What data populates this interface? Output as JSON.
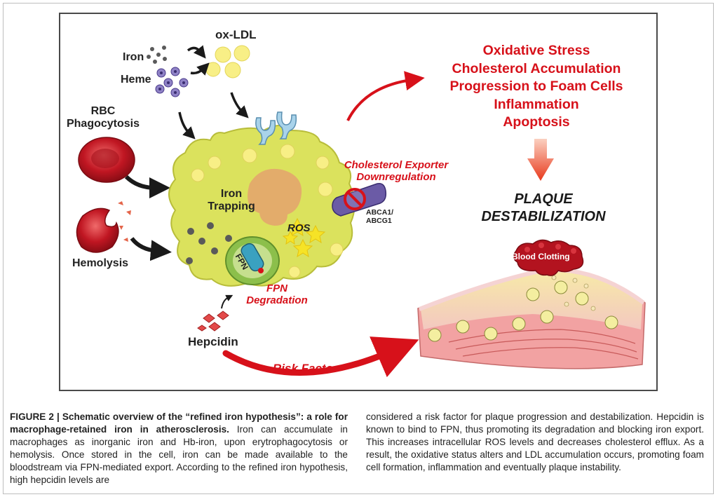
{
  "diagram": {
    "labels": {
      "ox_ldl": "ox-LDL",
      "iron": "Iron",
      "heme": "Heme",
      "rbc_phagocytosis": [
        "RBC",
        "Phagocytosis"
      ],
      "hemolysis": "Hemolysis",
      "iron_trapping": [
        "Iron",
        "Trapping"
      ],
      "ros": "ROS",
      "fpn": "FPN",
      "fpn_degradation": [
        "FPN",
        "Degradation"
      ],
      "hepcidin": "Hepcidin",
      "cholesterol_exporter": [
        "Cholesterol Exporter",
        "Downregulation"
      ],
      "abca1": [
        "ABCA1/",
        "ABCG1"
      ],
      "risk_factor": "Risk Factor",
      "blood_clotting": "Blood Clotting",
      "plaque_destabilization": [
        "PLAQUE",
        "DESTABILIZATION"
      ]
    },
    "outcomes": [
      "Oxidative Stress",
      "Cholesterol Accumulation",
      "Progression to Foam Cells",
      "Inflammation",
      "Apoptosis"
    ],
    "colors": {
      "accent_red": "#d7111a",
      "macrophage": "#dbe25d",
      "lipid_droplet": "#f8ef86",
      "receptor": "#a9d3ea",
      "fpn_vesicle": "#8cbf4b",
      "abca1_channel": "#6b5ba6",
      "rbc": "#b3131f",
      "vessel_tissue": "#f2a2a2"
    }
  },
  "caption": {
    "left_title": "FIGURE 2 | Schematic overview of the “refined iron hypothesis”: a role for macrophage-retained iron in atherosclerosis.",
    "left_body": "Iron can accumulate in macrophages as inorganic iron and Hb-iron, upon erytrophagocytosis or hemolysis. Once stored in the cell, iron can be made available to the bloodstream via FPN-mediated export. According to the refined iron hypothesis, high hepcidin levels are",
    "right_body": "considered a risk factor for plaque progression and destabilization. Hepcidin is known to bind to FPN, thus promoting its degradation and blocking iron export. This increases intracellular ROS levels and decreases cholesterol efflux. As a result, the oxidative status alters and LDL accumulation occurs, promoting foam cell formation, inflammation and eventually plaque instability."
  }
}
